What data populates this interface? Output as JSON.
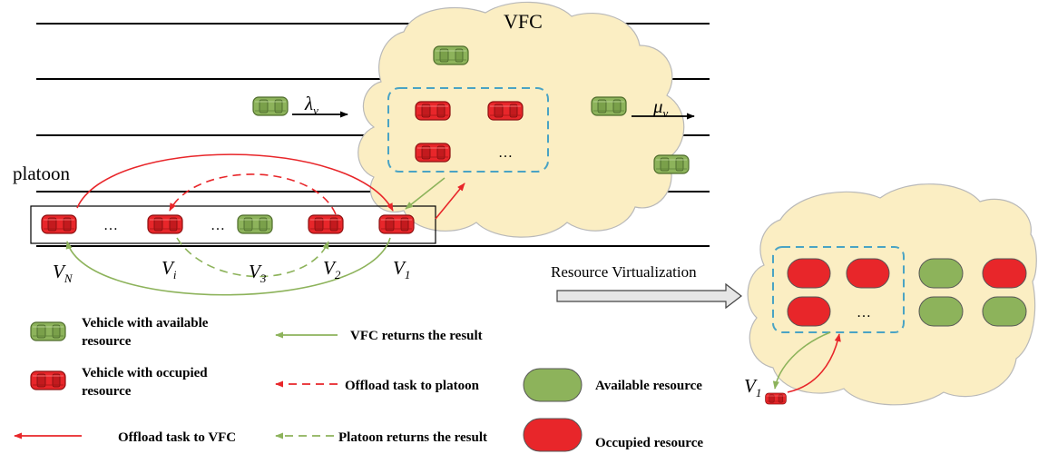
{
  "labels": {
    "vfc": "VFC",
    "platoon": "platoon",
    "lambda": "λ",
    "lambda_sub": "v",
    "mu": "μ",
    "mu_sub": "v",
    "ellipsis": "…",
    "vehicles": [
      {
        "main": "V",
        "sub": "N"
      },
      {
        "main": "V",
        "sub": "i"
      },
      {
        "main": "V",
        "sub": "3"
      },
      {
        "main": "V",
        "sub": "2"
      },
      {
        "main": "V",
        "sub": "1"
      }
    ],
    "v1_right_main": "V",
    "v1_right_sub": "1",
    "resource_virtualization": "Resource Virtualization"
  },
  "legend": {
    "avail_vehicle": [
      "Vehicle with available",
      "resource"
    ],
    "occ_vehicle": [
      "Vehicle with occupied",
      "resource"
    ],
    "offload_vfc": "Offload task to VFC",
    "vfc_returns": "VFC returns the result",
    "offload_platoon": "Offload task to platoon",
    "platoon_returns": "Platoon returns the result",
    "available_resource": "Available resource",
    "occupied_resource": "Occupied resource"
  },
  "colors": {
    "red": "#e8262a",
    "green": "#8db35b",
    "cloud": "#fbeec3",
    "dashed_box": "#4aa3c4"
  }
}
